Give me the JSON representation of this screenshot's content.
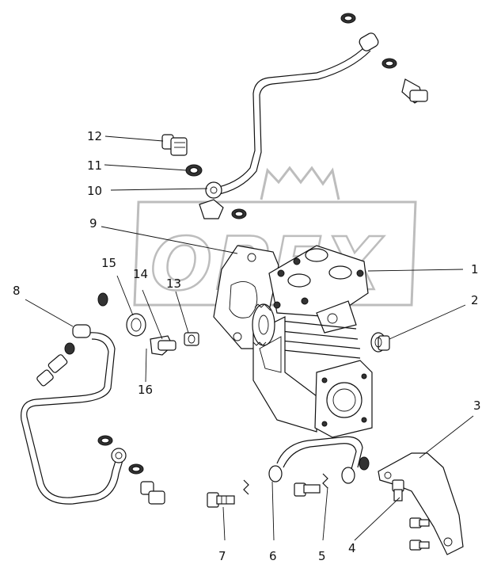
{
  "watermark": "OPEX",
  "callouts": [
    {
      "id": "c1",
      "label": "1"
    },
    {
      "id": "c2",
      "label": "2"
    },
    {
      "id": "c3",
      "label": "3"
    },
    {
      "id": "c4",
      "label": "4"
    },
    {
      "id": "c5",
      "label": "5"
    },
    {
      "id": "c6",
      "label": "6"
    },
    {
      "id": "c7",
      "label": "7"
    },
    {
      "id": "c8",
      "label": "8"
    },
    {
      "id": "c9",
      "label": "9"
    },
    {
      "id": "c10",
      "label": "10"
    },
    {
      "id": "c11",
      "label": "11"
    },
    {
      "id": "c12",
      "label": "12"
    },
    {
      "id": "c13",
      "label": "13"
    },
    {
      "id": "c14",
      "label": "14"
    },
    {
      "id": "c15",
      "label": "15"
    },
    {
      "id": "c16",
      "label": "16"
    }
  ]
}
